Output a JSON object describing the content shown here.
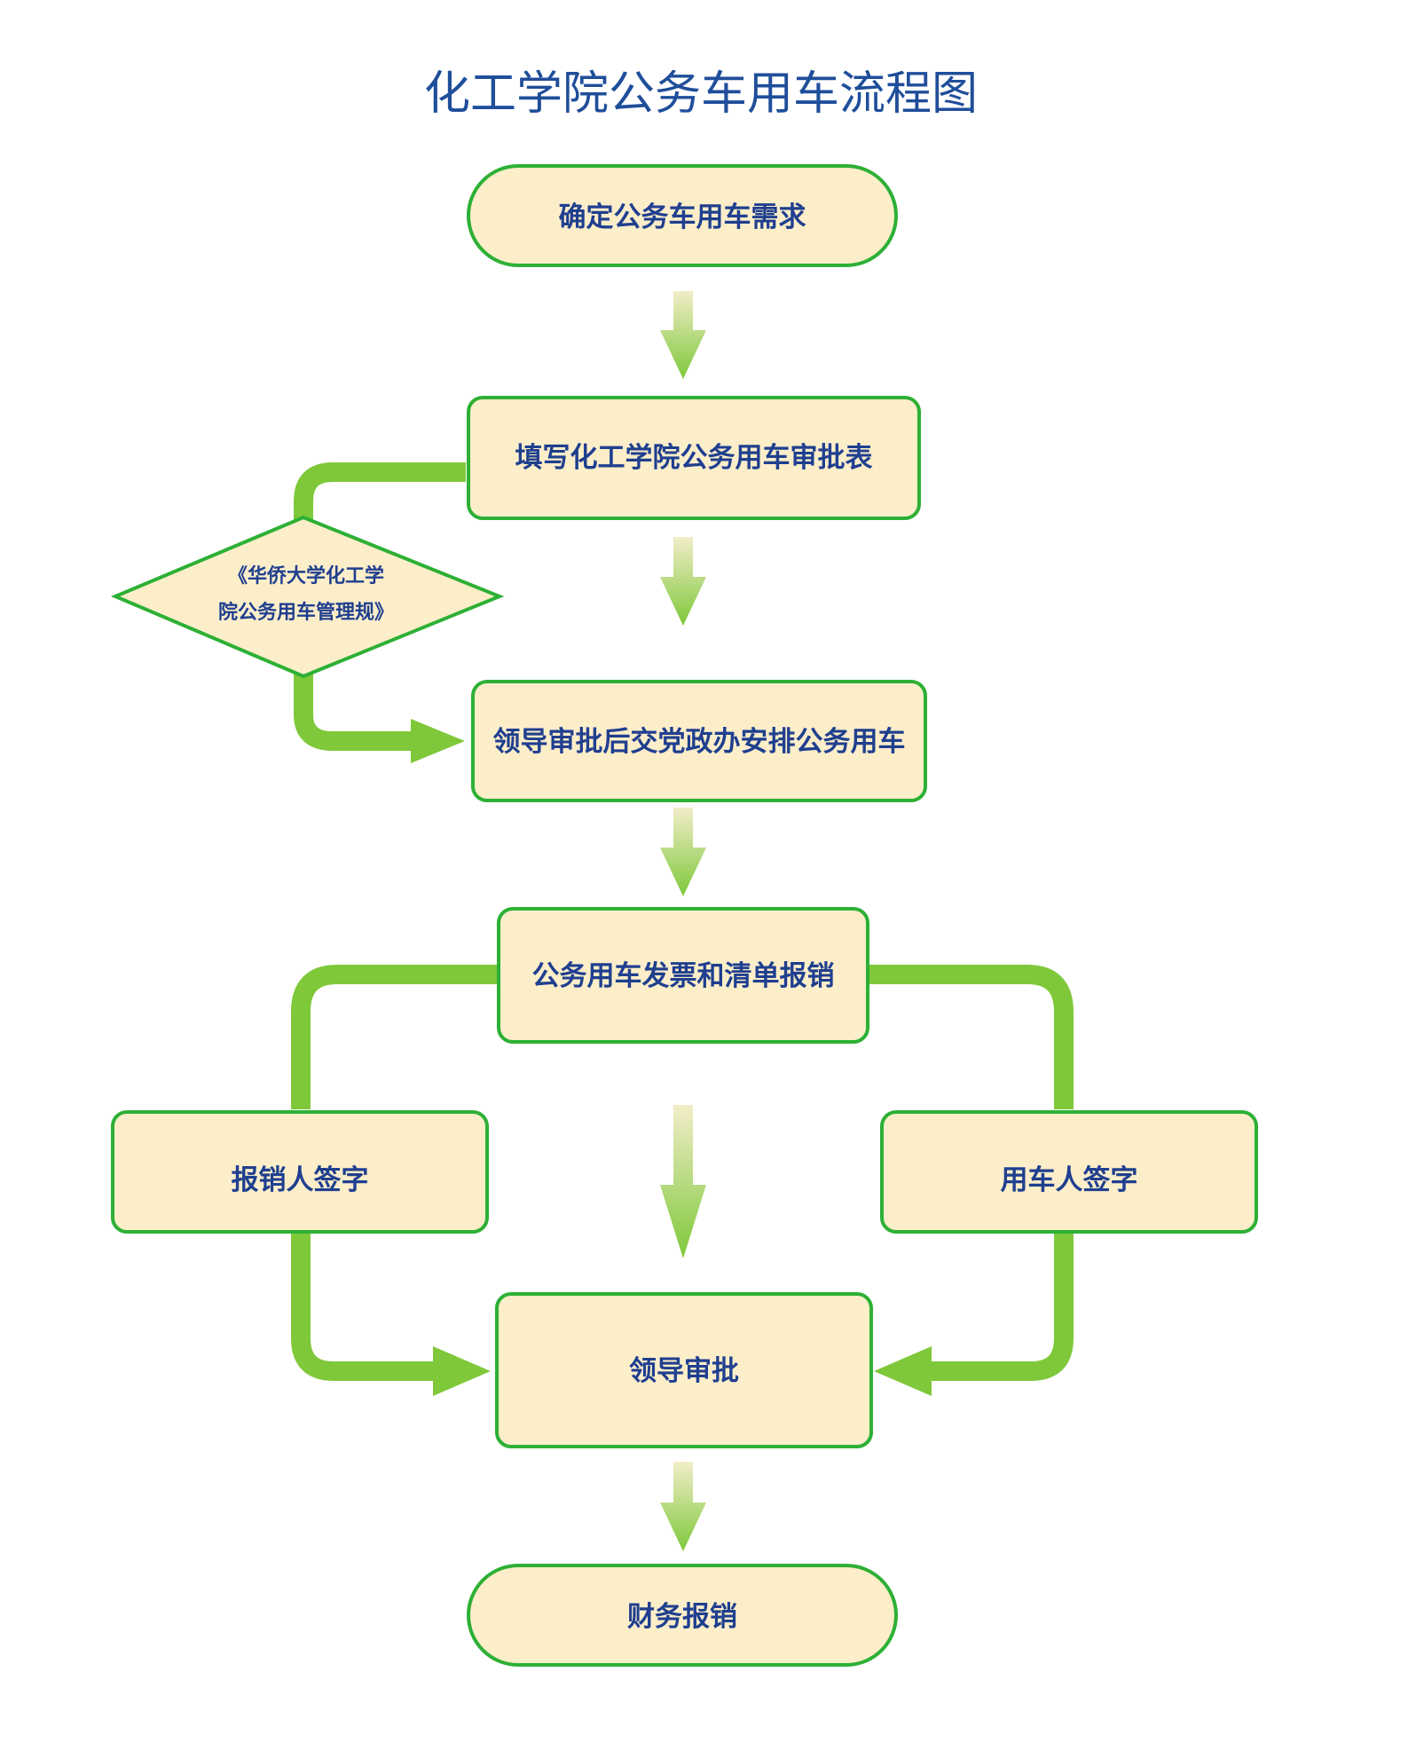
{
  "title": "化工学院公务车用车流程图",
  "nodes": {
    "start": "确定公务车用车需求",
    "fill_form": "填写化工学院公务用车审批表",
    "regulation_line1": "《华侨大学化工学",
    "regulation_line2": "院公务用车管理规》",
    "approve_arrange": "领导审批后交党政办安排公务用车",
    "invoice": "公务用车发票和清单报销",
    "reimburser_sign": "报销人签字",
    "user_sign": "用车人签字",
    "leader_approve": "领导审批",
    "finance": "财务报销"
  },
  "colors": {
    "node_fill": "#fdeeca",
    "node_border": "#2db035",
    "connector": "#7ec83a",
    "arrow_top": "#f2edc8",
    "arrow_bottom": "#7ec83a",
    "text": "#1f3f8f",
    "title": "#1f4e9a"
  }
}
